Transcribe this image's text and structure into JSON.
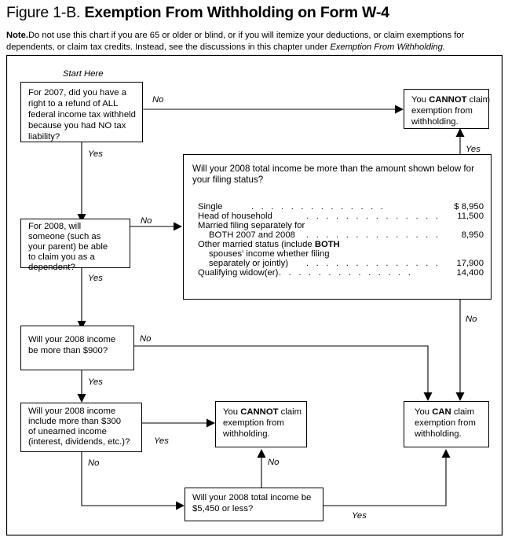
{
  "header": {
    "figure_label": "Figure 1-B.",
    "title": "Exemption From Withholding on Form W-4",
    "note_label": "Note.",
    "note_text": "Do not use this chart if you are 65 or older or blind, or if you will itemize your deductions, or claim exemptions for dependents, or claim tax credits. Instead, see the discussions in this chapter under ",
    "note_italic": "Exemption From Withholding."
  },
  "chart_data": {
    "type": "diagram",
    "title": "Figure 1-B. Exemption From Withholding on Form W-4",
    "start_label": "Start Here",
    "nodes": [
      {
        "id": "q1",
        "kind": "decision",
        "lines": [
          "For 2007, did you have a",
          "right to a refund of ALL",
          "federal income tax withheld",
          "because you had NO tax",
          "liability?"
        ]
      },
      {
        "id": "q2",
        "kind": "decision",
        "lines": [
          "For 2008, will",
          "someone (such as",
          "your parent) be able",
          "to claim you as a",
          "dependent?"
        ]
      },
      {
        "id": "q3",
        "kind": "decision",
        "lines": [
          "Will your 2008 income",
          "be more than $900?"
        ]
      },
      {
        "id": "q4",
        "kind": "decision",
        "lines": [
          "Will your 2008 income",
          "include more than $300",
          "of unearned income",
          "(interest, dividends, etc.)?"
        ]
      },
      {
        "id": "q5",
        "kind": "decision",
        "lines": [
          "Will your 2008 total income be",
          "$5,450 or less?"
        ]
      },
      {
        "id": "table",
        "kind": "table-question",
        "question_lines": [
          "Will your 2008 total income be more than the amount shown below for",
          "your filing status?"
        ],
        "rows": [
          {
            "label": "Single",
            "indent": 0,
            "dots": true,
            "amount": "$ 8,950"
          },
          {
            "label": "Head of household",
            "indent": 0,
            "dots": true,
            "amount": "11,500"
          },
          {
            "label": "Married filing separately for",
            "indent": 0,
            "dots": false,
            "amount": ""
          },
          {
            "label": "BOTH 2007 and 2008",
            "indent": 1,
            "dots": true,
            "amount": "8,950"
          },
          {
            "label": "Other married status (include BOTH",
            "indent": 0,
            "dots": false,
            "amount": "",
            "bold_tail": "BOTH"
          },
          {
            "label": "spouses' income whether filing",
            "indent": 1,
            "dots": false,
            "amount": ""
          },
          {
            "label": "separately or jointly)",
            "indent": 1,
            "dots": true,
            "amount": "17,900"
          },
          {
            "label": "Qualifying widow(er)",
            "indent": 0,
            "dots": true,
            "amount": "14,400"
          }
        ]
      },
      {
        "id": "cannot1",
        "kind": "outcome",
        "lines": [
          "You CANNOT claim",
          "exemption from",
          "withholding."
        ],
        "emphasis": "CANNOT"
      },
      {
        "id": "cannot2",
        "kind": "outcome",
        "lines": [
          "You CANNOT claim",
          "exemption from",
          "withholding."
        ],
        "emphasis": "CANNOT"
      },
      {
        "id": "can",
        "kind": "outcome",
        "lines": [
          "You CAN claim",
          "exemption from",
          "withholding."
        ],
        "emphasis": "CAN"
      }
    ],
    "edges": [
      {
        "from": "q1",
        "to": "cannot1",
        "label": "No"
      },
      {
        "from": "q1",
        "to": "q2",
        "label": "Yes"
      },
      {
        "from": "q2",
        "to": "table",
        "label": "No"
      },
      {
        "from": "q2",
        "to": "q3",
        "label": "Yes"
      },
      {
        "from": "table",
        "to": "cannot1",
        "label": "Yes"
      },
      {
        "from": "table",
        "to": "can",
        "label": "No"
      },
      {
        "from": "q3",
        "to": "can",
        "label": "No"
      },
      {
        "from": "q3",
        "to": "q4",
        "label": "Yes"
      },
      {
        "from": "q4",
        "to": "cannot2",
        "label": "Yes"
      },
      {
        "from": "q4",
        "to": "q5",
        "label": "No"
      },
      {
        "from": "q5",
        "to": "cannot2",
        "label": "No"
      },
      {
        "from": "q5",
        "to": "can",
        "label": "Yes"
      }
    ],
    "edge_labels": {
      "q1_no": "No",
      "q1_yes": "Yes",
      "q2_no": "No",
      "q2_yes": "Yes",
      "table_yes": "Yes",
      "table_no": "No",
      "q3_no": "No",
      "q3_yes": "Yes",
      "q4_yes": "Yes",
      "q4_no": "No",
      "q5_no": "No",
      "q5_yes": "Yes"
    }
  },
  "text": {
    "q1_l1": "For 2007, did you have a",
    "q1_l2": "right to a refund of ALL",
    "q1_l3": "federal income tax withheld",
    "q1_l4": "because you had NO tax",
    "q1_l5": "liability?",
    "q2_l1": "For 2008, will",
    "q2_l2": "someone (such as",
    "q2_l3": "your parent) be able",
    "q2_l4": "to claim you as a",
    "q2_l5": "dependent?",
    "q3_l1": "Will your 2008 income",
    "q3_l2": "be more than $900?",
    "q4_l1": "Will your 2008 income",
    "q4_l2": "include more than $300",
    "q4_l3": "of unearned income",
    "q4_l4": "(interest, dividends, etc.)?",
    "q5_l1": "Will your 2008 total income be",
    "q5_l2": "$5,450 or less?",
    "tbl_q1": "Will your 2008 total income be more than the amount shown below for",
    "tbl_q2": "your filing status?",
    "r1_label": "Single",
    "r1_amt": "$ 8,950",
    "r2_label": "Head of household",
    "r2_amt": "11,500",
    "r3_label": "Married filing separately for",
    "r4_label": "BOTH 2007 and 2008",
    "r4_amt": "8,950",
    "r5_label_a": "Other married status (include ",
    "r5_label_b": "BOTH",
    "r6_label": "spouses' income whether filing",
    "r7_label": "separately or jointly)",
    "r7_amt": "17,900",
    "r8_label": "Qualifying widow(er)",
    "r8_amt": "14,400",
    "out_you": "You ",
    "out_cannot": "CANNOT",
    "out_can": "CAN",
    "out_claim": " claim",
    "out_l2": "exemption from",
    "out_l3": "withholding.",
    "dots": ". . . . . . . . . . . . . ."
  }
}
